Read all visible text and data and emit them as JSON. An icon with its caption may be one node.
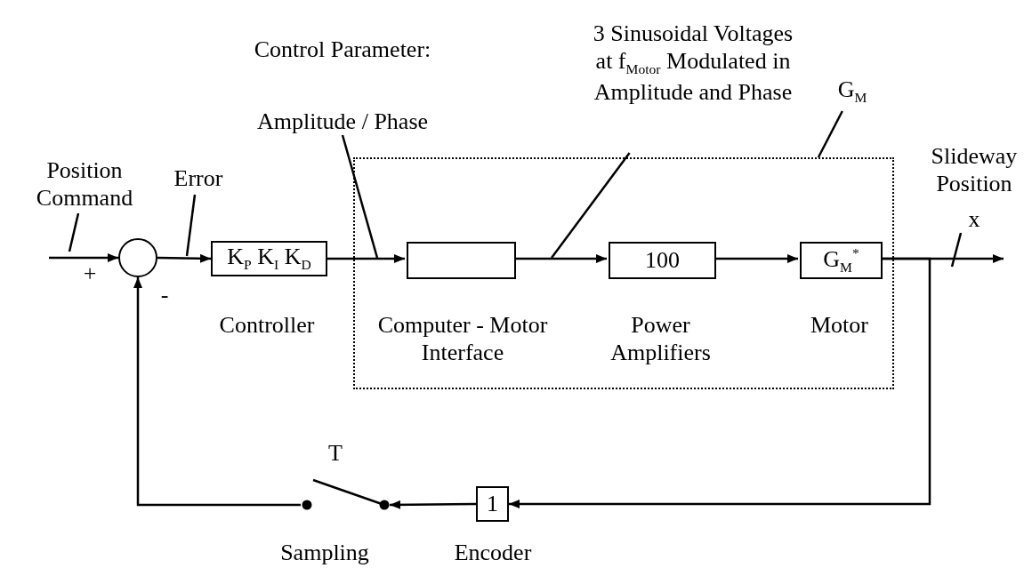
{
  "diagram": {
    "nodes": [
      {
        "text": [
          "Position Command"
        ]
      },
      {
        "text": [
          "Error"
        ]
      },
      {
        "text": [
          "Control Parameter:",
          "Amplitude / Phase"
        ]
      },
      {
        "text": [
          "3 Sinusoidal Voltages at f$_{Motor}$ Modulated in Amplitude and Phase"
        ]
      },
      {
        "text": [
          "G$_{M}$"
        ]
      },
      {
        "text": [
          "Slideway Position",
          "x"
        ]
      },
      {
        "text": [],
        "shape": "circle"
      },
      {
        "text": [
          "K$_{P}$ K$_{I}$ K$_{D}$"
        ],
        "beside": [
          "Controller"
        ]
      },
      {
        "text": [],
        "shape": "box"
      },
      {
        "text": [],
        "shape": "box",
        "in": 8,
        "beside": [
          "Computer - Motor Interface"
        ]
      },
      {
        "text": [
          "100"
        ],
        "in": 8,
        "beside": [
          "Power Amplifiers"
        ]
      },
      {
        "text": [
          "G$_{M}$$^{*}$"
        ],
        "in": 8,
        "beside": [
          "Motor"
        ]
      },
      {
        "text": [
          "1"
        ],
        "beside": [
          "Encoder"
        ]
      },
      {
        "text": [],
        "shape": "switch",
        "beside": [
          "T",
          "Sampling"
        ]
      }
    ],
    "edges": [
      {
        "from": null,
        "to": 6,
        "arrow": "to"
      },
      {
        "from": 6,
        "to": 7,
        "arrow": "to"
      },
      {
        "from": 7,
        "to": 9,
        "arrow": "to"
      },
      {
        "from": 9,
        "to": 10,
        "arrow": "to"
      },
      {
        "from": 10,
        "to": 11,
        "arrow": "to"
      },
      {
        "from": 11,
        "to": 5,
        "arrow": "to"
      },
      {
        "from": 11,
        "to": 12,
        "arrow": "to"
      },
      {
        "from": 12,
        "to": 13,
        "arrow": "to"
      },
      {
        "from": 13,
        "to": 6,
        "arrow": "to"
      },
      {
        "from": 0,
        "to": null,
        "arrow": "none"
      },
      {
        "from": 1,
        "to": null,
        "arrow": "none"
      },
      {
        "from": 2,
        "to": null,
        "arrow": "none"
      },
      {
        "from": 3,
        "to": null,
        "arrow": "none"
      },
      {
        "from": 4,
        "to": 8,
        "arrow": "none"
      },
      {
        "from": 5,
        "to": null,
        "arrow": "none"
      }
    ],
    "labels": [
      "+",
      "-"
    ]
  }
}
